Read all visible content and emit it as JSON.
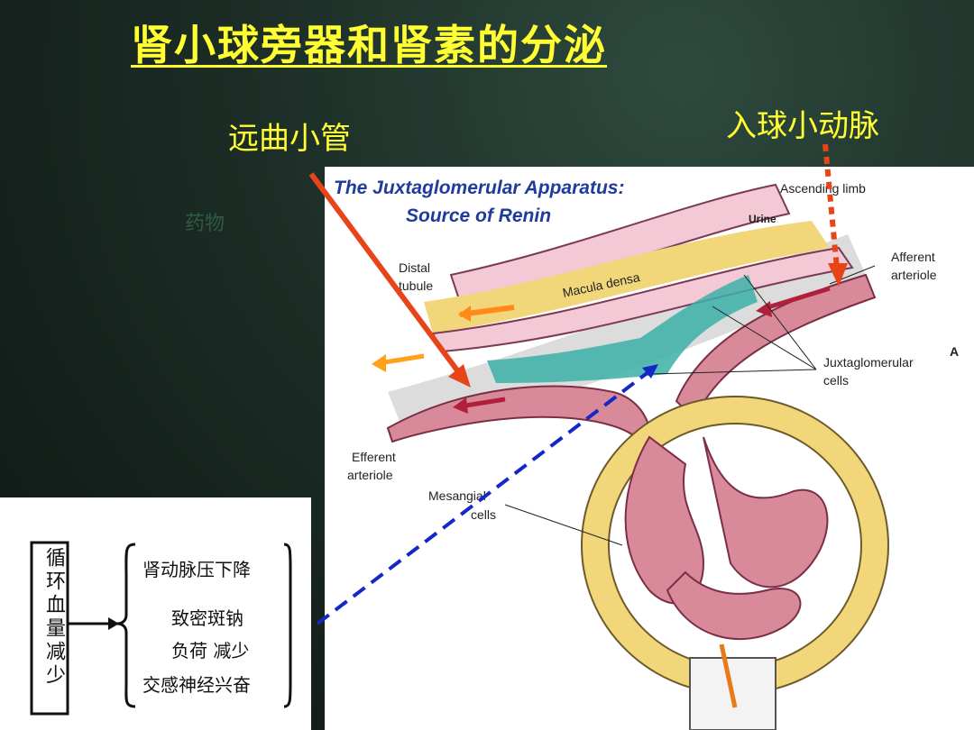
{
  "slide": {
    "title": "肾小球旁器和肾素的分泌",
    "label_distal_tubule": "远曲小管",
    "label_afferent_arteriole": "入球小动脉",
    "label_drug": "药物"
  },
  "figure": {
    "title_line1": "The Juxtaglomerular Apparatus:",
    "title_line2": "Source of Renin",
    "labels": {
      "ascending_limb": "Ascending limb",
      "urine": "Urine",
      "distal": "Distal",
      "tubule": "tubule",
      "macula_densa": "Macula densa",
      "afferent": "Afferent",
      "arteriole": "arteriole",
      "juxtaglomerular": "Juxtaglomerular",
      "cells": "cells",
      "efferent": "Efferent",
      "efferent_arteriole": "arteriole",
      "mesangial": "Mesangial",
      "mesangial_cells": "cells",
      "panel_letter": "A"
    }
  },
  "flowchart": {
    "left_box": "循环血量减少",
    "items": [
      "肾动脉压下降",
      "致密斑钠",
      "负荷 减少",
      "交感神经兴奋"
    ]
  },
  "colors": {
    "title": "#ffff33",
    "arrow_red": "#e8441a",
    "arrow_blue": "#1428c8",
    "vessel": "#d98a9a",
    "tubule": "#f3c9d6",
    "macula": "#3bb0a8",
    "capsule": "#f2d77a"
  }
}
